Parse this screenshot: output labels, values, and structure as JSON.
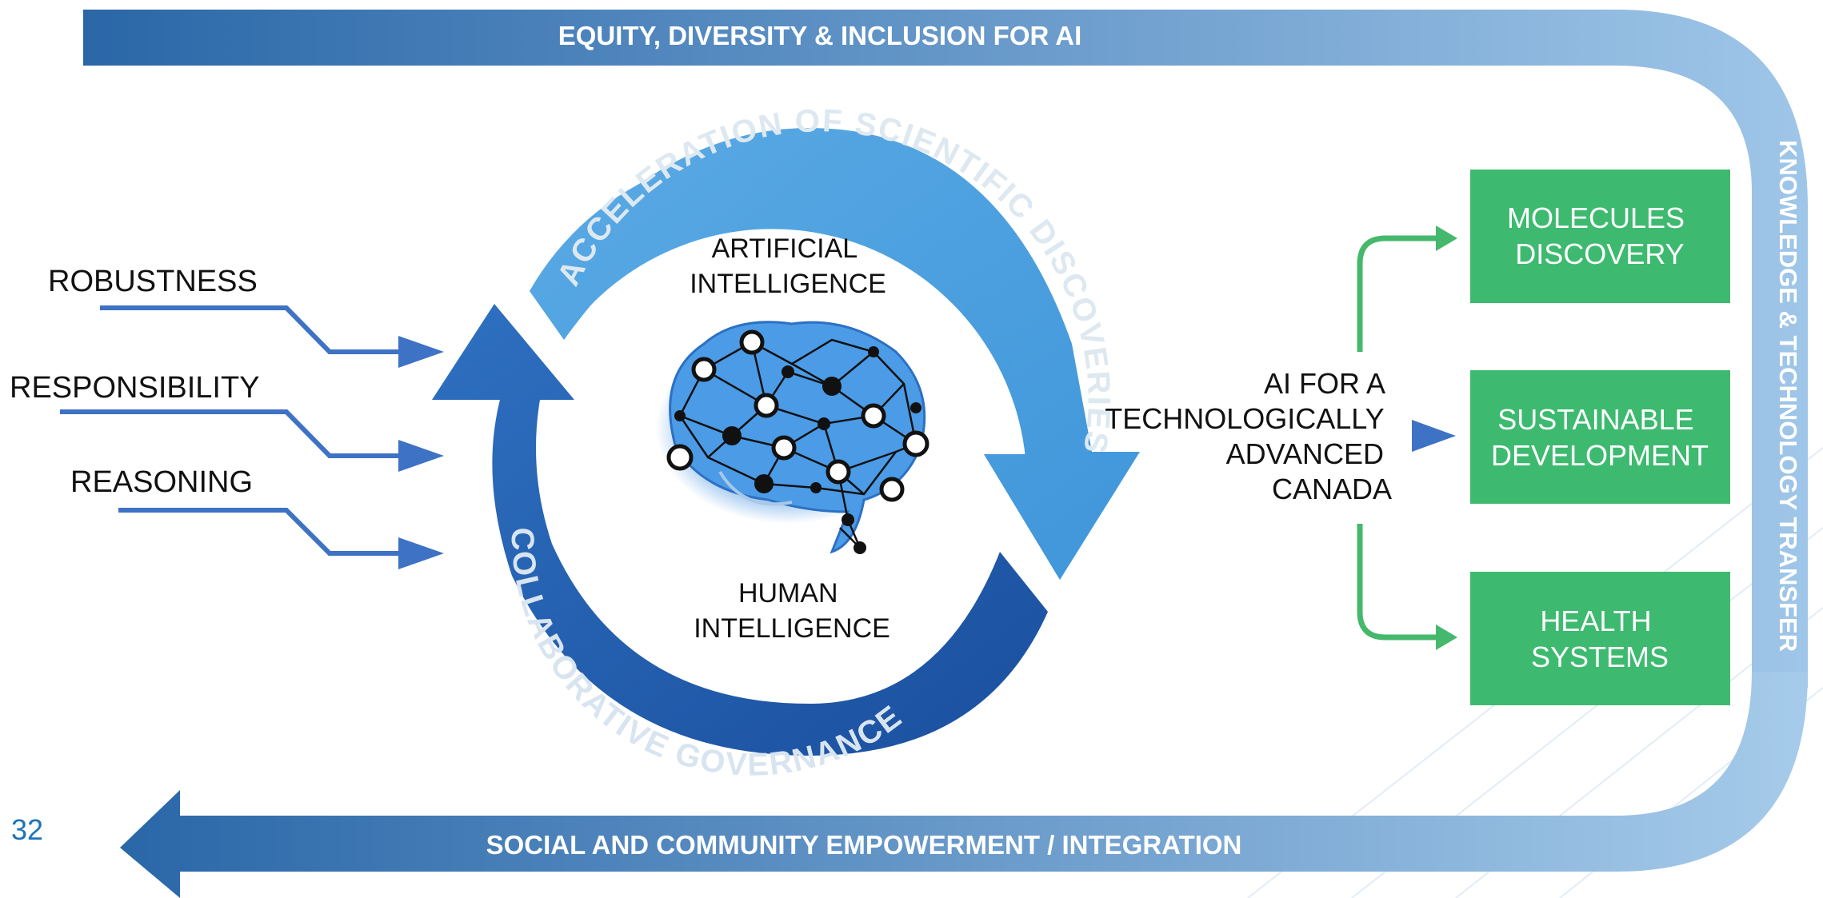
{
  "top_banner": {
    "text": "EQUITY, DIVERSITY & INCLUSION FOR AI"
  },
  "right_banner": {
    "text": "KNOWLEDGE  & TECHNOLOGY TRANSFER"
  },
  "bottom_banner": {
    "text": "SOCIAL AND COMMUNITY EMPOWERMENT / INTEGRATION"
  },
  "page_number": "32",
  "inputs": [
    {
      "label": "ROBUSTNESS"
    },
    {
      "label": "RESPONSIBILITY"
    },
    {
      "label": "REASONING"
    }
  ],
  "cycle": {
    "top_arc": "ACCELERATION OF SCIENTIFIC DISCOVERIES",
    "bottom_arc": "COLLABORATIVE GOVERNANCE",
    "artificial": [
      "ARTIFICIAL",
      "INTELLIGENCE"
    ],
    "human": [
      "HUMAN",
      "INTELLIGENCE"
    ]
  },
  "outcome": [
    "AI FOR A",
    "TECHNOLOGICALLY",
    "ADVANCED",
    "CANADA"
  ],
  "boxes": [
    {
      "line1": "MOLECULES",
      "line2": "DISCOVERY"
    },
    {
      "line1": "SUSTAINABLE",
      "line2": "DEVELOPMENT"
    },
    {
      "line1": "HEALTH",
      "line2": "SYSTEMS"
    }
  ],
  "colors": {
    "banner_dark": "#2a67a8",
    "banner_light": "#9fc6e8",
    "arrow_blue": "#3e72c4",
    "arc_light": "#4ea3e0",
    "arc_dark": "#1f5cae",
    "green": "#3dba6f",
    "green_line": "#45b86d"
  },
  "icons": [
    "brain-network-icon"
  ]
}
